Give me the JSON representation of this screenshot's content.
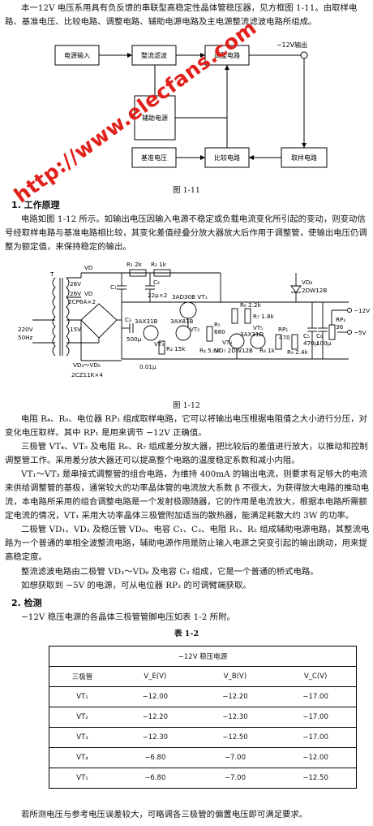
{
  "intro": "本一12V 电压系用具有负反馈的串联型高稳定性晶体管稳压器，见方框图 1-11。由取样电路、基准电压、比较电路、调整电路、辅助电源电路及主电源整流滤波电路所组成。",
  "block_diagram": {
    "power_in": "电源输入",
    "rectifier": "整流滤波",
    "regulator": "调整电路",
    "aux": "辅助电源",
    "reference": "基准电压",
    "compare": "比较电路",
    "sampling": "取样电路",
    "output": "−12V输出"
  },
  "fig1_caption": "图 1-11",
  "section1_title": "1. 工作原理",
  "para1": "电路如图 1-12 所示。如输出电压因输入电源不稳定或负载电流变化所引起的变动，则变动信号经取样电路与基准电路相比较，其变化差值经叠分放大器放大后作用于调整管，使输出电压仍调整为额定值，来保持稳定的输出。",
  "schematic": {
    "T": "T",
    "v26a": "26V",
    "v26b": "26V",
    "vd1": "VD",
    "vd2": "VD",
    "vd_type": "2CP6A×2",
    "mains": "220V",
    "freq": "50Hz",
    "v15": "15V",
    "vd3": "VD",
    "bridge": "VD₃～VD₆",
    "bridge_type": "2CZ11K×4",
    "r1": "R₁ 2k",
    "r2": "R₂ 1k",
    "c1": "C₁",
    "c2": "C₂",
    "c2v": "22μ×2",
    "c3": "C₃",
    "c3v": "500μ",
    "q1": "3AD30B VT₁",
    "q2": "3AX81B",
    "q2n": "VT₂",
    "q3": "3AX31B",
    "q3n": "VT₃",
    "r3": "R₃ 15k",
    "c4": "0.01μ",
    "r4": "R₄ 5.6k",
    "r5": "R₅",
    "r5v": "680",
    "r6": "R₆ 2.2k",
    "r7": "R₇ 1.8k",
    "q4": "3AX31D",
    "q4n": "VT₄",
    "q5": "VT₅",
    "vd7": "VD₇ 2DW12B",
    "r8": "R₈ 1k",
    "rp1": "RP₁",
    "rp1v": "470",
    "r9": "R₉ 2.4k",
    "vd8": "VD₈",
    "vd8t": "2DW12B",
    "c5": "C₅",
    "c5v": "470μ",
    "c6": "C₆",
    "c6v": "100μ",
    "rp2": "RP₂",
    "rp2v": "36",
    "out12": "−12V",
    "out5": "−5V"
  },
  "fig2_caption": "图 1-12",
  "para2": "电阻 R₄、R₉、电位器 RP₁ 组成取样电路，它可以将输出电压根据电阻值之大小进行分压，对变化电压取样。其中 RP₁ 是用来调节 −12V 正确值。",
  "para3": "三极管 VT₄、VT₅ 及电阻 R₆、R₇ 组成差分放大器，把比较后的差值进行放大，以推动和控制调整管工作。采用差分放大器还可以提高整个电路的温度稳定系数和减小内阻。",
  "para4": "VT₁～VT₃ 是串接式调整管的组合电路，为维持 400mA 的输出电流，则要求有足够大的电流来供给调整管的基极，通常较大的功率晶体管的电流放大系数 β 不很大，为获得放大电路的推动电流，本电路所采用的组合调整电路是一个发射极跟随器，它的作用是电流放大，根据本电路所需额定电流的情况，VT₁ 采用大功率晶体三极管附加适当的散热器，能满足耗散大约 3W 的功率。",
  "para5": "二极管 VD₁、VD₂ 及稳压管 VD₈、电容 C₁、C₂、电阻 R₁、R₂ 组成辅助电源电路，其整流电路为一个普通的单相全波整流电路，辅助电源作用是防止输入电源之突变引起的输出跳动，用来提高稳定度。",
  "para6": "整流滤波电路由二极管 VD₃～VD₆ 及电容 C₃ 组成，它是一个普通的桥式电路。",
  "para7": "如想获取到 −5V 的电源，可从电位器 RP₂ 的可调臂端获取。",
  "section2_title": "2. 检测",
  "para8": "−12V 稳压电源的各晶体三极管管脚电压如表 1-2 所附。",
  "table_title": "表 1-2",
  "table": {
    "group": "−12V 稳压电源",
    "headers": [
      "三极管",
      "V_E(V)",
      "V_B(V)",
      "V_C(V)"
    ],
    "rows": [
      [
        "VT₁",
        "−12.00",
        "−12.20",
        "−17.00"
      ],
      [
        "VT₂",
        "−12.20",
        "−12.30",
        "−17.00"
      ],
      [
        "VT₃",
        "−12.30",
        "−12.50",
        "−17.00"
      ],
      [
        "VT₄",
        "−6.80",
        "−7.00",
        "−12.00"
      ],
      [
        "VT₅",
        "−6.80",
        "−7.00",
        "−12.50"
      ]
    ]
  },
  "footer": "若所测电压与参考电压误差较大，可略调各三极管的偏置电压即可满足要求。",
  "watermark": "http://www.elecfans.com"
}
